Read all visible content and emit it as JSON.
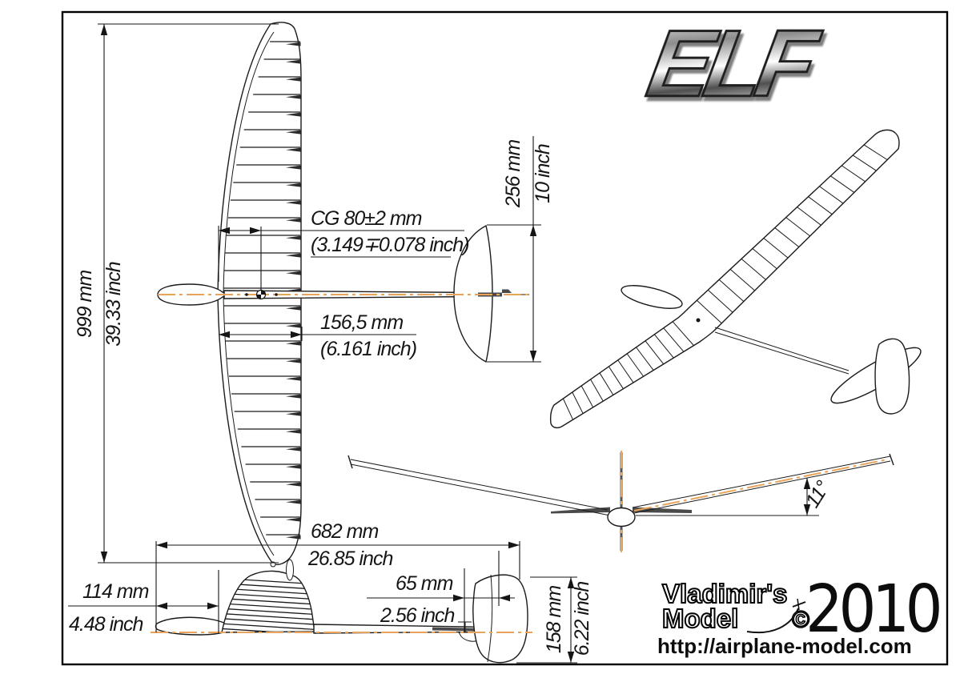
{
  "branding": {
    "logo_text": "ELF",
    "maker_line1": "Vladimir's",
    "maker_line2": "Model",
    "copyright_symbol": "©",
    "year": "2010",
    "website": "http://airplane-model.com"
  },
  "dimensions": {
    "wingspan_mm": "999 mm",
    "wingspan_inch": "39.33 inch",
    "cg_mm": "CG 80±2 mm",
    "cg_inch": "(3.149∓0.078 inch)",
    "root_chord_mm": "156,5 mm",
    "root_chord_inch": "(6.161 inch)",
    "stab_span_mm": "256 mm",
    "stab_span_inch": "10 inch",
    "length_mm": "682 mm",
    "length_inch": "26.85 inch",
    "nose_length_mm": "114 mm",
    "nose_length_inch": "4.48 inch",
    "tail_gap_mm": "65 mm",
    "tail_gap_inch": "2.56 inch",
    "tail_height_mm": "158 mm",
    "tail_height_inch": "6.22 inch",
    "dihedral_angle": "11°"
  },
  "colors": {
    "line": "#1b1b1b",
    "centerline_orange": "#e9a45b",
    "dark_part": "#4a4a4a"
  }
}
